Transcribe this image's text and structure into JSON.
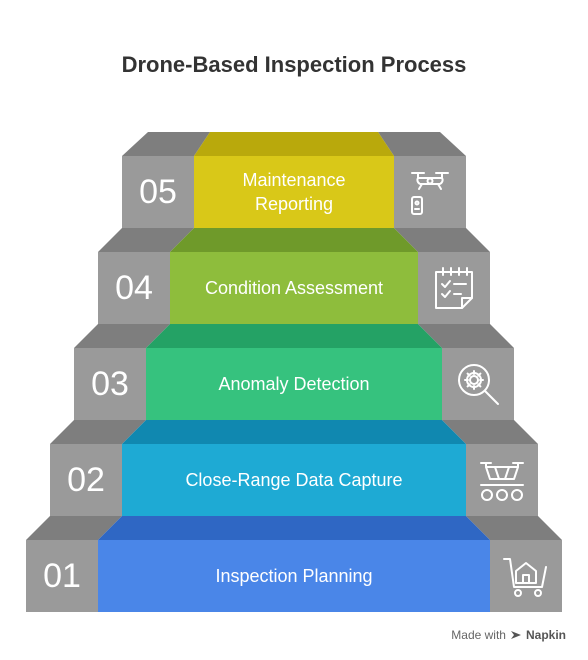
{
  "title": "Drone-Based Inspection Process",
  "footer": {
    "made_with": "Made with",
    "brand": "Napkin"
  },
  "steps": [
    {
      "number": "01",
      "label": "Inspection Planning",
      "icon": "house-cart-icon",
      "color": "#4A86E8"
    },
    {
      "number": "02",
      "label": "Close-Range Data Capture",
      "icon": "drone-vehicle-icon",
      "color": "#1EAAD4"
    },
    {
      "number": "03",
      "label": "Anomaly Detection",
      "icon": "magnifier-gear-icon",
      "color": "#36C27E"
    },
    {
      "number": "04",
      "label": "Condition Assessment",
      "icon": "checklist-calendar-icon",
      "color": "#8EBD3C"
    },
    {
      "number": "05",
      "label": "Maintenance Reporting",
      "icon": "drone-remote-icon",
      "color": "#D9C818"
    }
  ],
  "colors": {
    "riser": "#9A9A9A",
    "tread": "#7E7E7E",
    "text": "#333333"
  }
}
